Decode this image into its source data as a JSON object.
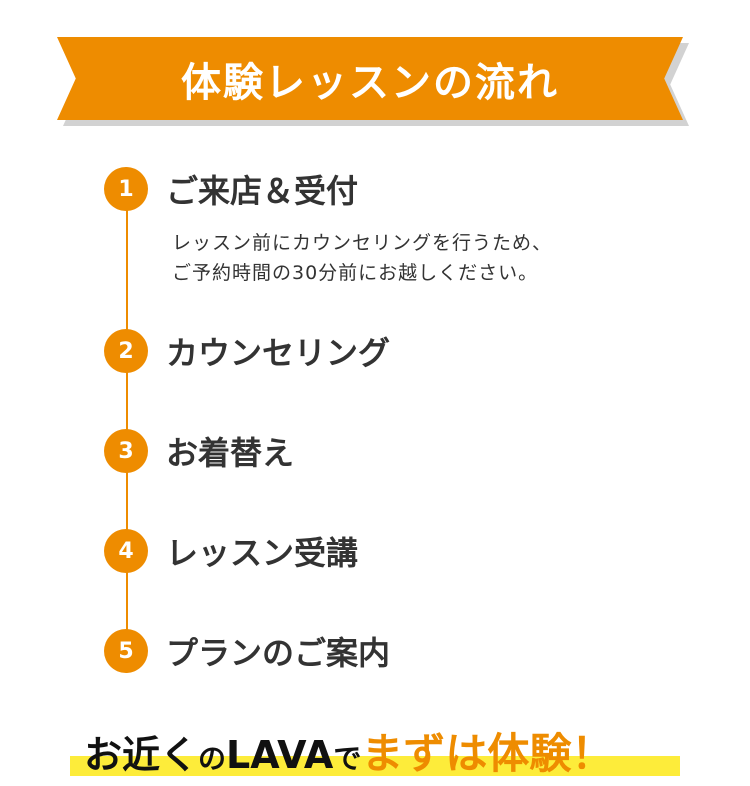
{
  "header": {
    "title": "体験レッスンの流れ"
  },
  "steps": [
    {
      "number": "1",
      "title": "ご来店＆受付",
      "description": [
        "レッスン前にカウンセリングを行うため、",
        "ご予約時間の30分前にお越しください。"
      ]
    },
    {
      "number": "2",
      "title": "カウンセリング"
    },
    {
      "number": "3",
      "title": "お着替え"
    },
    {
      "number": "4",
      "title": "レッスン受講"
    },
    {
      "number": "5",
      "title": "プランのご案内"
    }
  ],
  "cta": {
    "part1": "お近く",
    "part2": "の",
    "part3": "LAVA",
    "part4": "で",
    "part5": "まずは体験！"
  },
  "colors": {
    "accent": "#ee8c00",
    "highlight": "#fdec3a"
  }
}
